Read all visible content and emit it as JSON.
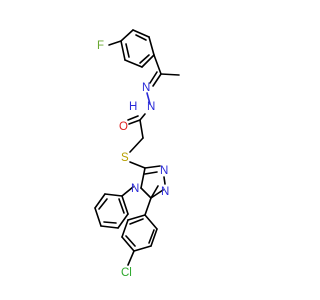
{
  "molecule": {
    "labels": {
      "fluorine": "F",
      "hydrazone_n1": "N",
      "hydrazone_n2": "N",
      "amide_h": "H",
      "carbonyl_o": "O",
      "thioether_s": "S",
      "triazole_n1": "N",
      "triazole_n2": "N",
      "triazole_n4": "N",
      "chlorine": "Cl"
    },
    "colors": {
      "bond": "#000000",
      "fluorine": "#6aa832",
      "nitrogen": "#2a2ad8",
      "oxygen": "#e02020",
      "sulfur": "#b8a000",
      "chlorine": "#2ea82e"
    }
  }
}
